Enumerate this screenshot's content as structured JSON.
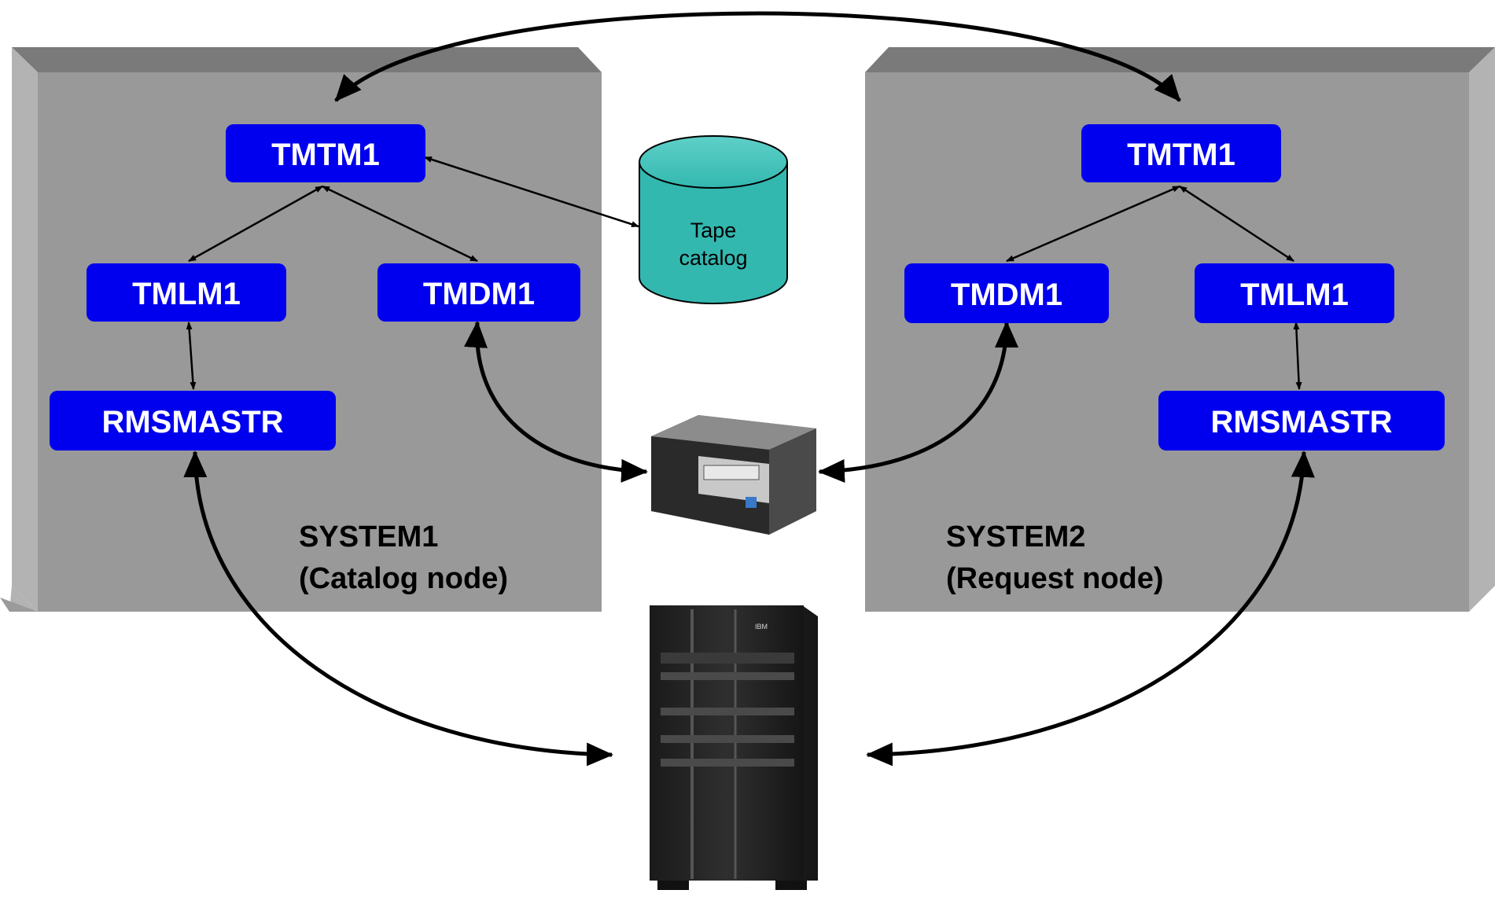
{
  "system1": {
    "name": "SYSTEM1",
    "role": "(Catalog node)",
    "tmtm": "TMTM1",
    "tmlm": "TMLM1",
    "tmdm": "TMDM1",
    "rmsmastr": "RMSMASTR"
  },
  "system2": {
    "name": "SYSTEM2",
    "role": "(Request node)",
    "tmtm": "TMTM1",
    "tmlm": "TMLM1",
    "tmdm": "TMDM1",
    "rmsmastr": "RMSMASTR"
  },
  "tape_catalog": {
    "line1": "Tape",
    "line2": "catalog"
  },
  "server_brand": "IBM",
  "colors": {
    "component_box": "#0000ee",
    "system_panel": "#999999",
    "panel_bevel_top": "#7a7a7a",
    "panel_bevel_side": "#b3b3b3",
    "cylinder": "#33b8b0",
    "connector": "#000000"
  },
  "icons": {
    "tape_drive": "tape-drive-icon",
    "server": "mainframe-server-icon",
    "database": "database-cylinder-icon"
  }
}
